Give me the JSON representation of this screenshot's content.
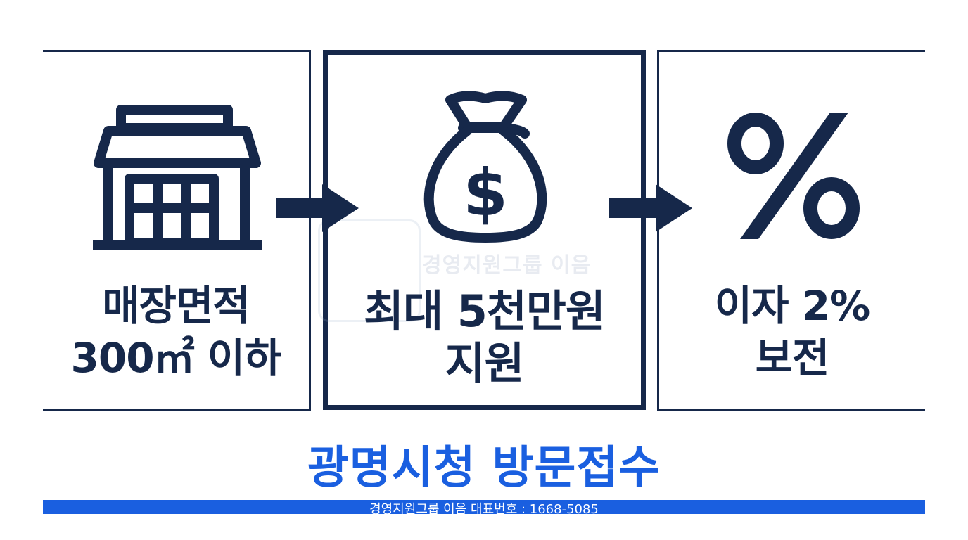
{
  "colors": {
    "navy": "#16284a",
    "accent_blue": "#1a5fe0",
    "background": "#ffffff"
  },
  "panels": [
    {
      "icon": "store-icon",
      "line1": "매장면적",
      "line2": "300㎡ 이하"
    },
    {
      "icon": "money-bag-icon",
      "line1": "최대 5천만원",
      "line2": "지원"
    },
    {
      "icon": "percent-icon",
      "line1": "이자 2%",
      "line2": "보전"
    }
  ],
  "arrows": [
    "arrow-right-icon",
    "arrow-right-icon"
  ],
  "watermark": {
    "text": "경영지원그룹 이음"
  },
  "cta": {
    "text": "광명시청 방문접수"
  },
  "footer": {
    "text": "경영지원그룹 이음 대표번호 : 1668-5085"
  }
}
